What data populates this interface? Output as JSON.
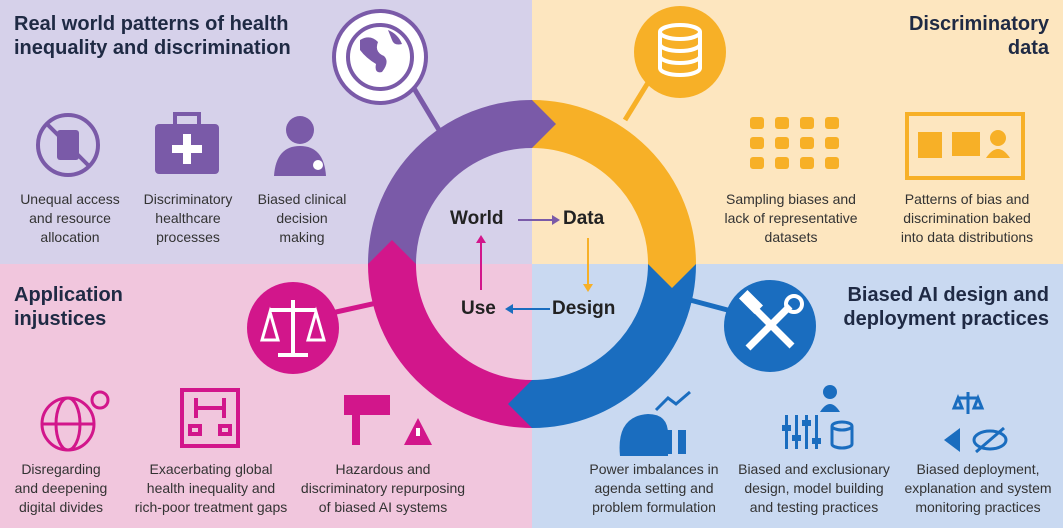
{
  "colors": {
    "world": "#7a5aa8",
    "data": "#f7b027",
    "design": "#1a6dbf",
    "use": "#d2168b",
    "bg_tl": "#d6d1ea",
    "bg_tr": "#fde6bf",
    "bg_bl": "#f1c6dd",
    "bg_br": "#c9d9f1"
  },
  "quadrants": {
    "world": {
      "title_line1": "Real world patterns of health",
      "title_line2": "inequality and discrimination",
      "icon": "globe-icon",
      "items": [
        {
          "label": "Unequal access\nand resource\nallocation",
          "icon": "no-medicine-icon"
        },
        {
          "label": "Discriminatory\nhealthcare\nprocesses",
          "icon": "medical-kit-icon"
        },
        {
          "label": "Biased clinical\ndecision\nmaking",
          "icon": "doctor-icon"
        }
      ]
    },
    "data": {
      "title_line1": "Discriminatory",
      "title_line2": "data",
      "icon": "database-icon",
      "items": [
        {
          "label": "Sampling biases and\nlack of representative\ndatasets",
          "icon": "people-grid-icon"
        },
        {
          "label": "Patterns of bias and\ndiscrimination baked\ninto data distributions",
          "icon": "framed-health-icons"
        }
      ]
    },
    "use": {
      "title_line1": "Application",
      "title_line2": "injustices",
      "icon": "scales-icon",
      "items": [
        {
          "label": "Disregarding\nand deepening\ndigital divides",
          "icon": "globe-network-icon"
        },
        {
          "label": "Exacerbating global\nhealth inequality and\nrich-poor treatment gaps",
          "icon": "hospital-icon"
        },
        {
          "label": "Hazardous and\ndiscriminatory repurposing\nof biased AI systems",
          "icon": "camera-warning-icon"
        }
      ]
    },
    "design": {
      "title_line1": "Biased AI design and",
      "title_line2": "deployment practices",
      "icon": "tools-icon",
      "items": [
        {
          "label": "Power imbalances in\nagenda setting and\nproblem formulation",
          "icon": "head-chart-icon"
        },
        {
          "label": "Biased and exclusionary\ndesign, model building\nand testing practices",
          "icon": "sliders-data-icon"
        },
        {
          "label": "Biased deployment,\nexplanation and system\nmonitoring practices",
          "icon": "scales-hidden-icon"
        }
      ]
    }
  },
  "cycle": {
    "world": "World",
    "data": "Data",
    "design": "Design",
    "use": "Use"
  }
}
